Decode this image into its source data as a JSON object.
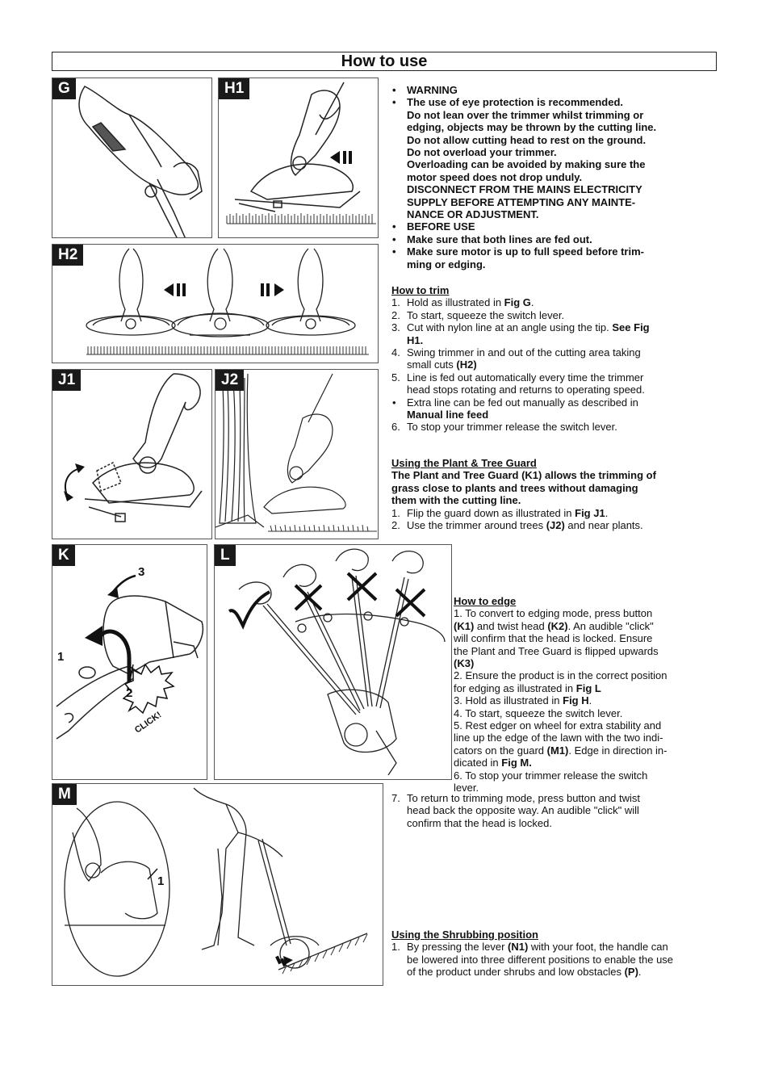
{
  "page": {
    "title": "How to use"
  },
  "figures": {
    "g": "G",
    "h1": "H1",
    "h2": "H2",
    "j1": "J1",
    "j2": "J2",
    "k": "K",
    "l": "L",
    "m": "M",
    "k_callouts": {
      "c1": "1",
      "c2": "2",
      "c3": "3",
      "click": "CLICK!"
    },
    "m_callout": "1"
  },
  "warnings": {
    "w1": "WARNING",
    "w2_lines": [
      "The use of eye protection is recommended.",
      "Do not lean over the trimmer whilst trimming or",
      "edging, objects may be thrown by the cutting line.",
      "Do not allow cutting head to rest on the ground.",
      "Do not overload your trimmer.",
      "Overloading can be avoided by making sure the",
      "motor speed does not drop unduly.",
      "DISCONNECT FROM THE MAINS ELECTRICITY",
      "SUPPLY BEFORE ATTEMPTING ANY MAINTE-",
      "NANCE OR ADJUSTMENT."
    ],
    "w3": "BEFORE USE",
    "w4": "Make sure that both lines are fed out.",
    "w5_lines": [
      "Make sure motor is up to full speed before trim-",
      "ming or edging."
    ]
  },
  "trim": {
    "heading": "How to trim",
    "s1_num": "1.",
    "s1_a": "Hold as illustrated in ",
    "s1_b": "Fig G",
    "s1_c": ".",
    "s2_num": "2.",
    "s2": "To start, squeeze the switch lever.",
    "s3_num": "3.",
    "s3_a": "Cut with nylon line at an angle using the tip. ",
    "s3_b": "See Fig",
    "s3_c": "H1.",
    "s4_num": "4.",
    "s4_a": "Swing trimmer in and out of the cutting area taking",
    "s4_b": "small cuts ",
    "s4_c": "(H2)",
    "s5_num": "5.",
    "s5_a": "Line is fed out automatically every time the trimmer",
    "s5_b": "head stops rotating and returns to operating speed.",
    "s5x_a": "Extra line can be fed out manually as described in",
    "s5x_b": "Manual line feed",
    "s6_num": "6.",
    "s6": "To stop your trimmer release the switch lever."
  },
  "guard": {
    "heading": "Using the Plant & Tree Guard",
    "intro_lines": [
      "The Plant and Tree Guard (K1) allows the trimming of",
      "grass close to plants and trees without damaging",
      "them with the cutting line."
    ],
    "s1_num": "1.",
    "s1_a": "Flip the guard down as illustrated in ",
    "s1_b": "Fig J1",
    "s1_c": ".",
    "s2_num": "2.",
    "s2_a": "Use the trimmer around trees ",
    "s2_b": "(J2)",
    "s2_c": " and near plants."
  },
  "edge": {
    "heading": "How to edge",
    "s1_l1": "1. To convert to edging mode, press button",
    "s1_l2a": "(K1)",
    "s1_l2b": " and twist head ",
    "s1_l2c": "(K2)",
    "s1_l2d": ".  An audible \"click\"",
    "s1_l3": "will confirm that the head is locked.  Ensure",
    "s1_l4": "the Plant and Tree Guard is flipped upwards",
    "s1_l5": "(K3)",
    "s2_l1": "2. Ensure the product is in the correct position",
    "s2_l2a": "for edging as illustrated in ",
    "s2_l2b": "Fig L",
    "s3_a": "3. Hold as illustrated in ",
    "s3_b": "Fig H",
    "s3_c": ".",
    "s4": "4. To start, squeeze the switch lever.",
    "s5_l1": "5. Rest edger on wheel for extra stability and",
    "s5_l2": "line up the edge of the lawn with the two indi-",
    "s5_l3a": "cators on the guard ",
    "s5_l3b": "(M1)",
    "s5_l3c": ". Edge in direction in-",
    "s5_l4a": "dicated in ",
    "s5_l4b": "Fig M.",
    "s6_l1": "6. To stop your trimmer release the switch",
    "s6_l2": "lever.",
    "s7_num": "7.",
    "s7_lines": [
      "To return to trimming mode, press button and twist",
      "head back the opposite way.  An audible \"click\" will",
      "confirm that the head is locked."
    ]
  },
  "shrub": {
    "heading": "Using the Shrubbing position",
    "s1_num": "1.",
    "s1_l1a": "By pressing the lever ",
    "s1_l1b": "(N1)",
    "s1_l1c": " with your foot, the handle can",
    "s1_l2": "be lowered into three different positions to enable the use",
    "s1_l3a": "of the product under shrubs and low obstacles ",
    "s1_l3b": "(P)",
    "s1_l3c": "."
  }
}
